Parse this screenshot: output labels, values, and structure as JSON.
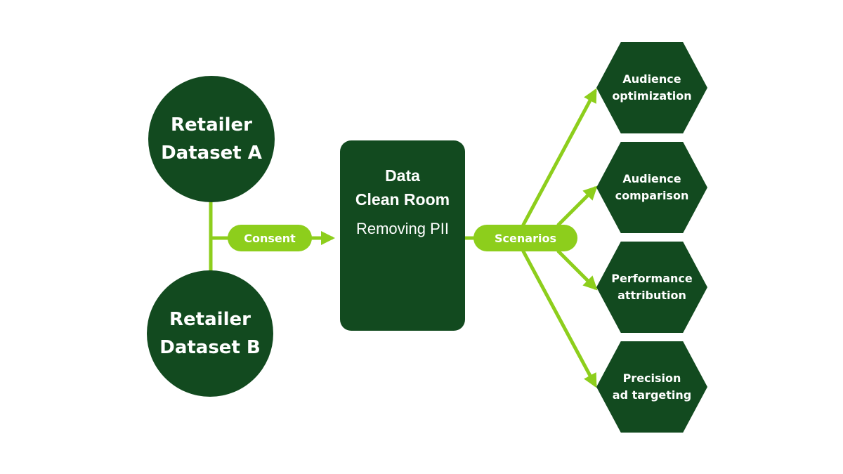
{
  "colors": {
    "node": "#124a1f",
    "connector": "#8dce1c",
    "text": "#ffffff",
    "background": "#ffffff"
  },
  "datasets": [
    {
      "line1": "Retailer",
      "line2": "Dataset A"
    },
    {
      "line1": "Retailer",
      "line2": "Dataset B"
    }
  ],
  "consent_label": "Consent",
  "clean_room": {
    "title_line1": "Data",
    "title_line2": "Clean Room",
    "subtitle": "Removing PII"
  },
  "scenarios_label": "Scenarios",
  "scenarios": [
    {
      "line1": "Audience",
      "line2": "optimization"
    },
    {
      "line1": "Audience",
      "line2": "comparison"
    },
    {
      "line1": "Performance",
      "line2": "attribution"
    },
    {
      "line1": "Precision",
      "line2": "ad targeting"
    }
  ]
}
